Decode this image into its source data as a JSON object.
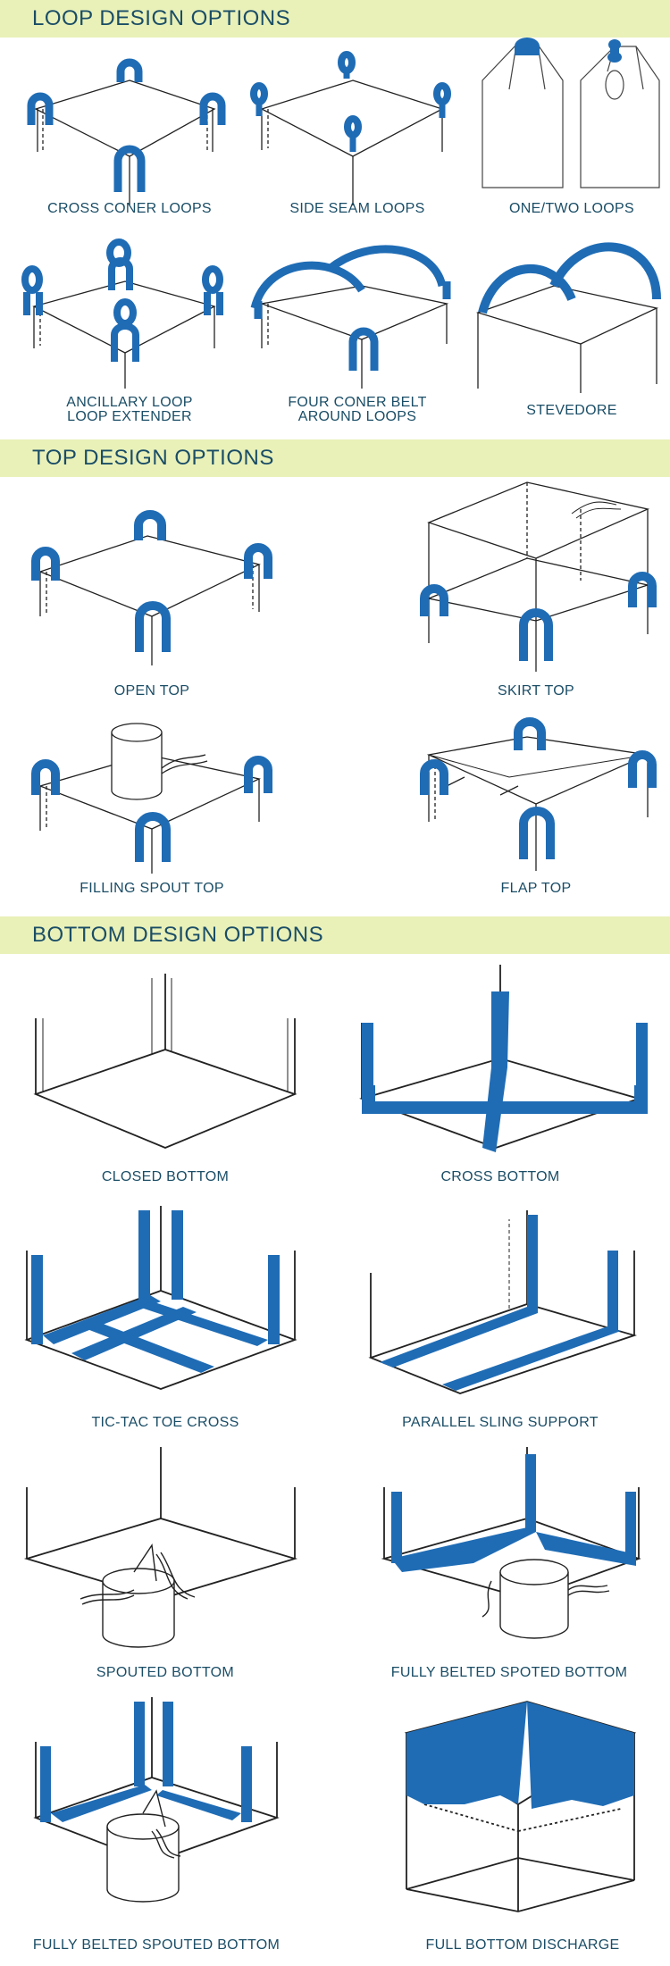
{
  "sections": {
    "loop": {
      "title": "LOOP DESIGN OPTIONS"
    },
    "top": {
      "title": "TOP DESIGN OPTIONS"
    },
    "bottom": {
      "title": "BOTTOM DESIGN OPTIONS"
    }
  },
  "loop_items": [
    {
      "lines": [
        "CROSS CONER LOOPS"
      ]
    },
    {
      "lines": [
        "SIDE SEAM LOOPS"
      ]
    },
    {
      "lines": [
        "ONE/TWO LOOPS"
      ]
    },
    {
      "lines": [
        "ANCILLARY LOOP",
        "LOOP EXTENDER"
      ]
    },
    {
      "lines": [
        "FOUR CONER BELT",
        "AROUND LOOPS"
      ]
    },
    {
      "lines": [
        "STEVEDORE"
      ]
    }
  ],
  "top_items": [
    {
      "lines": [
        "OPEN TOP"
      ]
    },
    {
      "lines": [
        "SKIRT TOP"
      ]
    },
    {
      "lines": [
        "FILLING SPOUT TOP"
      ]
    },
    {
      "lines": [
        "FLAP TOP"
      ]
    }
  ],
  "bottom_items": [
    {
      "lines": [
        "CLOSED BOTTOM"
      ]
    },
    {
      "lines": [
        "CROSS BOTTOM"
      ]
    },
    {
      "lines": [
        "TIC-TAC TOE CROSS"
      ]
    },
    {
      "lines": [
        "PARALLEL SLING SUPPORT"
      ]
    },
    {
      "lines": [
        "SPOUTED BOTTOM"
      ]
    },
    {
      "lines": [
        "FULLY BELTED SPOTED BOTTOM"
      ]
    },
    {
      "lines": [
        "FULLY BELTED SPOUTED BOTTOM"
      ]
    },
    {
      "lines": [
        "FULL BOTTOM DISCHARGE"
      ]
    }
  ],
  "colors": {
    "header_bg": "#e9f1b9",
    "header_text": "#1a4d66",
    "strap_blue": "#1f6cb5",
    "line": "#222222"
  }
}
